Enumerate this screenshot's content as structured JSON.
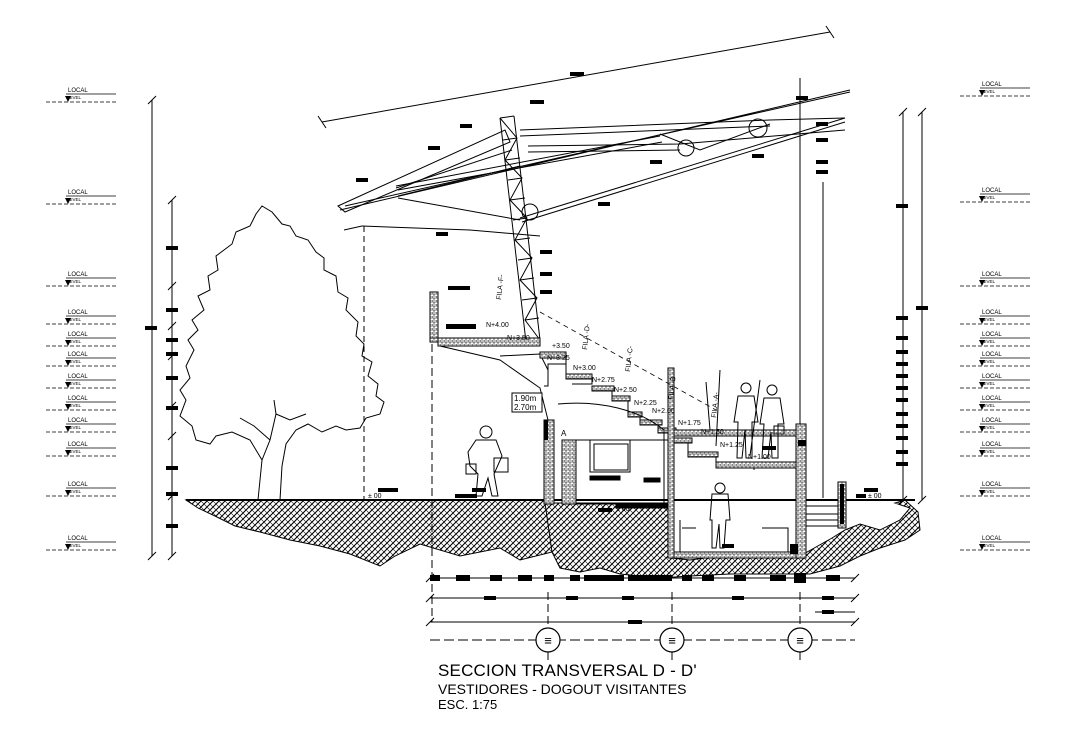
{
  "title": "SECCION TRANSVERSAL D - D'",
  "subtitle": "VESTIDORES - DOGOUT VISITANTES",
  "scale": "ESC. 1:75",
  "level_tag": {
    "top": "LOCAL",
    "bottom": "NIVEL"
  },
  "axis_labels": [
    "FILA -F-",
    "FILA -D-",
    "FILA -C-",
    "FILA -B-",
    "FILA -A-"
  ],
  "level_marks": [
    "N+4.00",
    "N+3.50",
    "N+3.25",
    "N+3.00",
    "N+2.75",
    "N+2.50",
    "N+2.25",
    "N+2.00",
    "N+1.75",
    "N+1.50",
    "N+1.25",
    "N+1.00"
  ],
  "height_labels": [
    "1.90m",
    "2.70m"
  ],
  "zero_marks": [
    "± 00",
    "± 00",
    "± 00"
  ],
  "section_marker": "A",
  "grid_bubble_symbol": "≡"
}
